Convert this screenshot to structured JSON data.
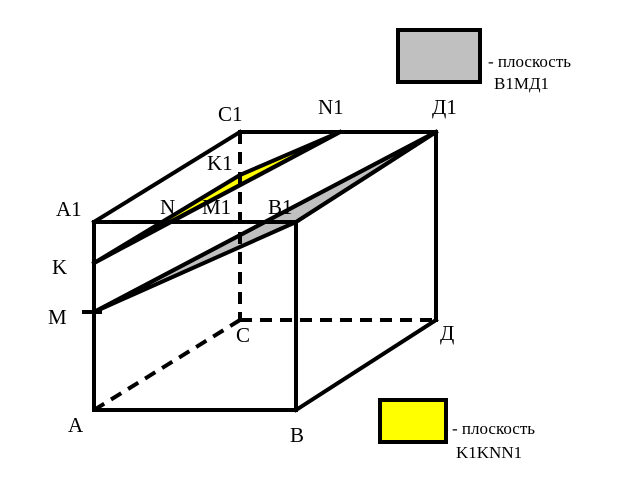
{
  "labels": {
    "c1": "C1",
    "n1": "N1",
    "d1": "Д1",
    "k1": "K1",
    "a1": "A1",
    "n": "N",
    "m1": "M1",
    "b1": "B1",
    "k": "K",
    "m": "M",
    "c": "C",
    "d": "Д",
    "a": "A",
    "b": "B"
  },
  "legend": {
    "gray_line1": "- плоскость",
    "gray_line2": "B1МД1",
    "yellow_line1": "- плоскость",
    "yellow_line2": "K1KNN1"
  },
  "colors": {
    "gray_plane": "#c0c0c0",
    "yellow_plane": "#ffff00",
    "edges": "#000000"
  }
}
